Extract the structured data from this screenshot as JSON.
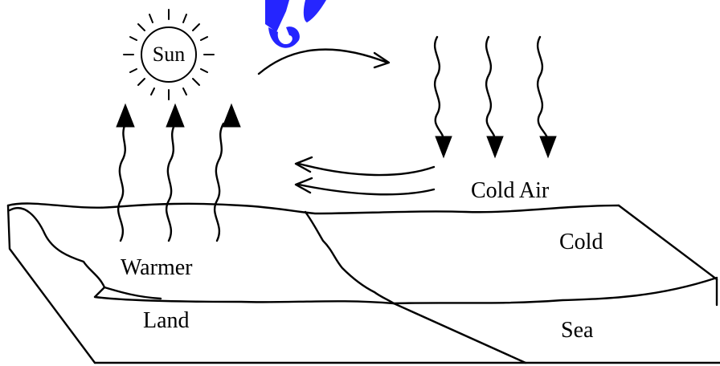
{
  "labels": {
    "sun": "Sun",
    "cold_air": "Cold Air",
    "warmer": "Warmer",
    "land": "Land",
    "cold": "Cold",
    "sea": "Sea"
  },
  "colors": {
    "line": "#000000",
    "background": "#ffffff",
    "watermark": "#1a1aff"
  }
}
